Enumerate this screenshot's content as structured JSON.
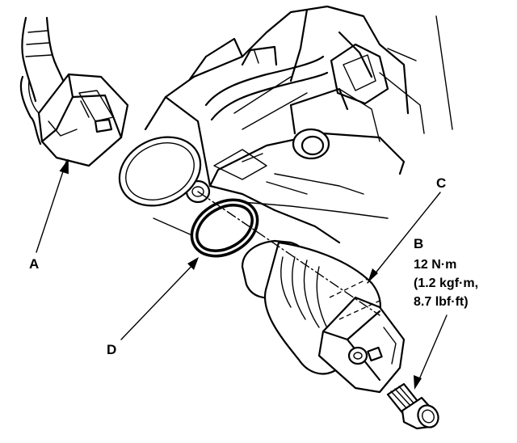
{
  "labels": {
    "a": "A",
    "b": "B",
    "c": "C",
    "d": "D"
  },
  "torque_spec": {
    "line1": "12 N·m",
    "line2": "(1.2 kgf·m,",
    "line3": "8.7 lbf·ft)"
  }
}
